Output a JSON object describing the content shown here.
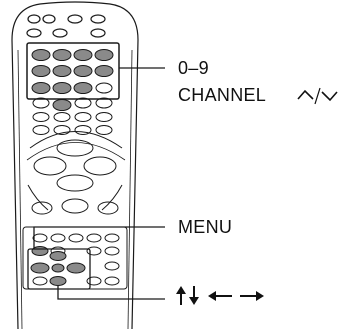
{
  "labels": {
    "digits": "0–9",
    "channel": "CHANNEL",
    "channel_symbols": "⌃/⌄",
    "menu": "MENU"
  },
  "icons": {
    "channel_up": "channel-up-icon",
    "channel_down": "channel-down-icon",
    "arrows": [
      "up-arrow-icon",
      "down-arrow-icon",
      "left-arrow-icon",
      "right-arrow-icon"
    ]
  }
}
